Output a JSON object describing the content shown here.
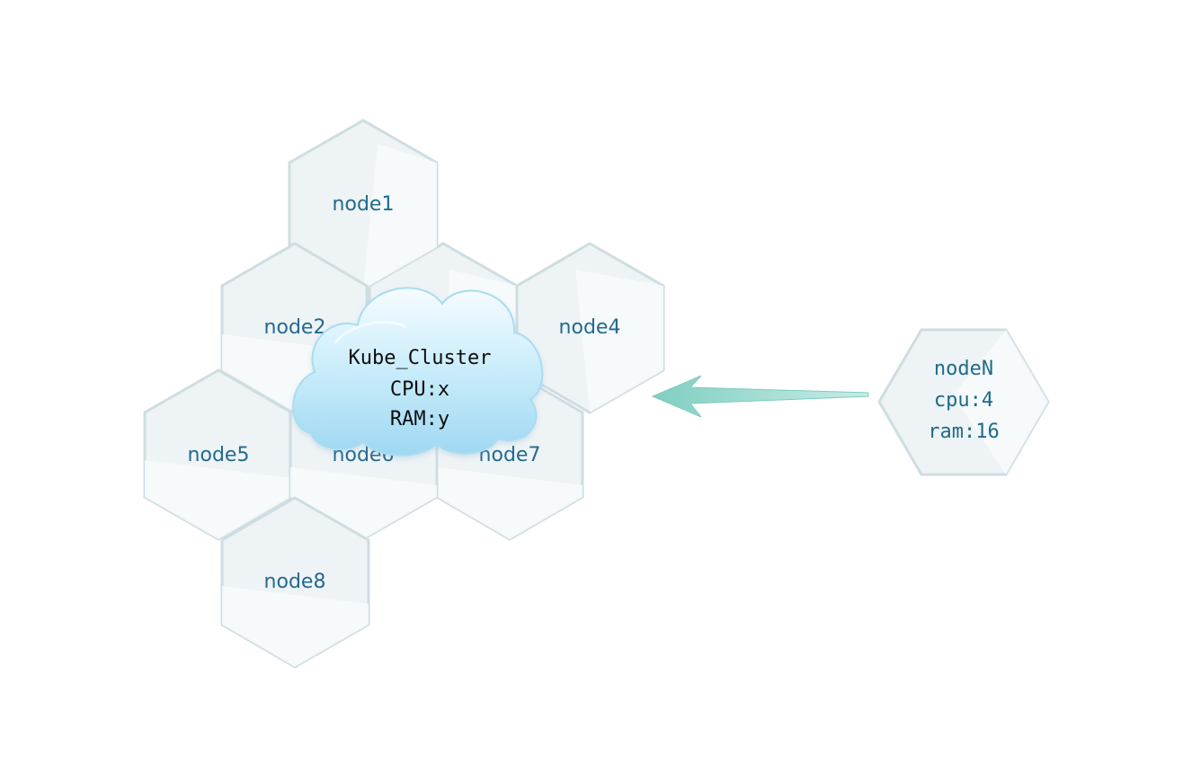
{
  "cluster": {
    "name": "Kube_Cluster",
    "cpu": "CPU:x",
    "ram": "RAM:y"
  },
  "nodes": {
    "node1": "node1",
    "node2": "node2",
    "node4": "node4",
    "node5": "node5",
    "node6": "node6",
    "node7": "node7",
    "node8": "node8"
  },
  "incoming_node": {
    "name": "nodeN",
    "cpu": "cpu:4",
    "ram": "ram:16"
  },
  "colors": {
    "hex_fill": "#eef3f5",
    "hex_stroke": "#cfdde2",
    "label": "#226a90",
    "arrow": "#8ad6c8",
    "cloud": "#bfe8f7"
  }
}
